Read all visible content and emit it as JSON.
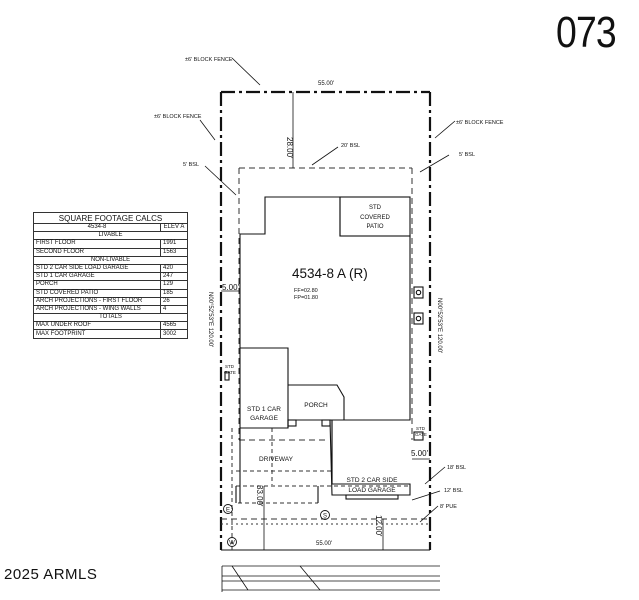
{
  "lot_number": "073",
  "copyright": "2025 ARMLS",
  "fence_labels": {
    "top": "±6' BLOCK FENCE",
    "left": "±6' BLOCK FENCE",
    "right": "±6' BLOCK FENCE"
  },
  "dimensions": {
    "top_width": "55.00'",
    "bottom_width": "55.00'",
    "rear_setback_depth": "28.00'",
    "left_side": "5.00'",
    "right_side": "5.00'",
    "front_yard": "12.00'",
    "driveway_depth": "33.00'",
    "left_lot_depth": "N00°52'53\"E 120.00'",
    "right_lot_depth": "N00°52'53\"E 120.00'"
  },
  "setbacks": {
    "rear": "20' BSL",
    "left": "5' BSL",
    "right": "5' BSL",
    "side_18": "18' BSL",
    "front_12": "12' BSL",
    "pue": "8' PUE"
  },
  "house": {
    "plan": "4534-8 A (R)",
    "ff": "FF=02.80",
    "fp": "FP=01.80"
  },
  "rooms": {
    "patio": [
      "STD",
      "COVERED",
      "PATIO"
    ],
    "garage_1": [
      "STD 1 CAR",
      "GARAGE"
    ],
    "porch": "PORCH",
    "garage_2": [
      "STD 2 CAR SIDE",
      "LOAD GARAGE"
    ],
    "driveway": "DRIVEWAY"
  },
  "gates": {
    "left": [
      "STD",
      "GATE"
    ],
    "right": [
      "STD",
      "GATE"
    ]
  },
  "utility_marks": {
    "electric": "E",
    "sewer": "S",
    "water": "W"
  },
  "calc_table": {
    "title": "SQUARE FOOTAGE CALCS",
    "header": [
      "4534-8",
      "ELEV A"
    ],
    "sections": {
      "livable": "LIVABLE",
      "non_livable": "NON-LIVABLE",
      "totals": "TOTALS"
    },
    "livable_rows": [
      {
        "label": "FIRST FLOOR",
        "value": "1991"
      },
      {
        "label": "SECOND FLOOR",
        "value": "1563"
      }
    ],
    "non_livable_rows": [
      {
        "label": "STD 2 CAR SIDE LOAD GARAGE",
        "value": "420"
      },
      {
        "label": "STD 1 CAR GARAGE",
        "value": "247"
      },
      {
        "label": "PORCH",
        "value": "129"
      },
      {
        "label": "STD COVERED PATIO",
        "value": "185"
      },
      {
        "label": "ARCH PROJECTIONS - FIRST FLOOR",
        "value": "26"
      },
      {
        "label": "ARCH PROJECTIONS - WING WALLS",
        "value": "4"
      }
    ],
    "total_rows": [
      {
        "label": "MAX UNDER ROOF",
        "value": "4565"
      },
      {
        "label": "MAX FOOTPRINT",
        "value": "3002"
      }
    ]
  }
}
